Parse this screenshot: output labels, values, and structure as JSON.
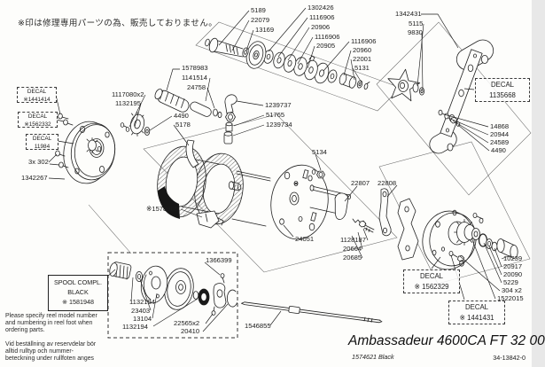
{
  "colors": {
    "ink": "#222222",
    "spool_black": "#161616",
    "background": "#fdfdfb"
  },
  "note_jp": "※印は修理専用パーツの為、販売しておりません。",
  "boxes": {
    "decal_right": {
      "line1": "DECAL",
      "line2": "1135668"
    },
    "decal_1441414": {
      "line1": "DECAL",
      "line2": "※1441414"
    },
    "decal_1562332": {
      "line1": "DECAL",
      "line2": "※1562332"
    },
    "decal_11984": {
      "line1": "DECAL",
      "line2": "11984"
    },
    "decal_1562329": {
      "line1": "DECAL",
      "line2": "※ 1562329"
    },
    "decal_1441431": {
      "line1": "DECAL",
      "line2": "※ 1441431"
    },
    "spool_compl": {
      "line1": "SPOOL COMPL.",
      "line2": "BLACK",
      "line3": "※ 1581948"
    }
  },
  "part_labels": {
    "t5189": "5189",
    "t22079": "22079",
    "t13169": "13169",
    "t1302426": "1302426",
    "t1116906a": "1116906",
    "t20906": "20906",
    "t1116906b": "1116906",
    "t20905": "20905",
    "t1116906c": "1116906",
    "t20960": "20960",
    "t22001": "22001",
    "t5131": "5131",
    "t1342431": "1342431",
    "t5115": "5115",
    "t9830": "9830",
    "t14868": "14868",
    "t20944": "20944",
    "t24589": "24589",
    "t4490r": "4490",
    "t1117080x2": "1117080x2",
    "t1132195": "1132195",
    "t1578983": "1578983",
    "t1141514": "1141514",
    "t24758": "24758",
    "t4490m": "4490",
    "t5178": "5178",
    "t1239737": "1239737",
    "t51765": "51765",
    "t1239734": "1239734",
    "t5134": "5134",
    "t1578985": "※1578985",
    "t22807": "22807",
    "t22808": "22808",
    "t24051": "24051",
    "t1128187": "1128187",
    "t20664": "20664",
    "t20685": "20685",
    "t10239": "10239",
    "t20917": "20917",
    "t20090": "20090",
    "t5229": "5229",
    "t304x2": "304 x2",
    "t1522015": "1522015",
    "t3x302": "3x 302",
    "t1342267": "1342267",
    "t1132194a": "1132194",
    "t23403": "23403",
    "t13104": "13104",
    "t1132194b": "1132194",
    "t1366399": "1366399",
    "t22565x2": "22565x2",
    "t20410": "20410",
    "t1546855": "1546855"
  },
  "footer": {
    "english_lines": [
      "Please specify reel model number",
      "and numbering in reel foot when",
      "ordering parts."
    ],
    "swedish_lines": [
      "Vid beställning av reservdelar bör",
      "alltid rulltyp och nummer-",
      "beteckning under rullfoten anges"
    ]
  },
  "title_block": {
    "model": "Ambassadeur 4600CA FT 32 00",
    "variant": "1574621 Black",
    "doc_number": "34-13842-0"
  }
}
